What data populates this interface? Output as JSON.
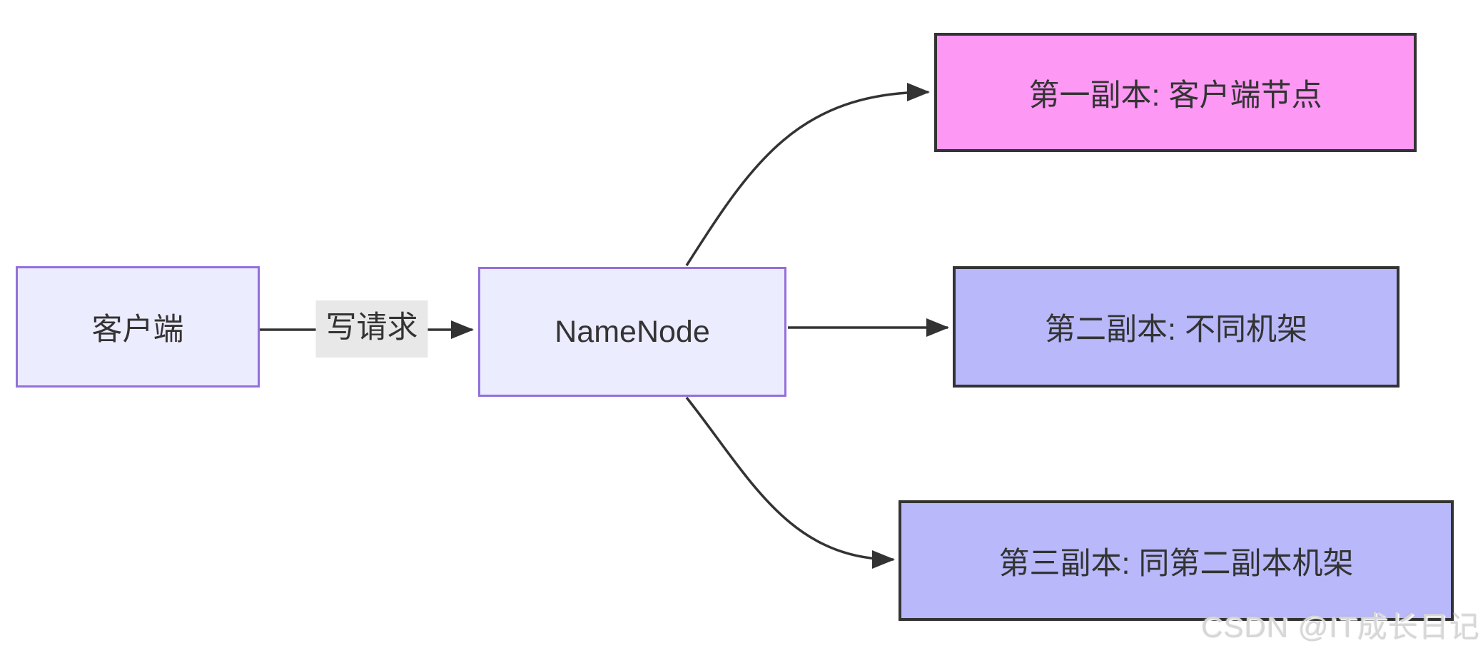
{
  "diagram": {
    "nodes": {
      "client": {
        "label": "客户端"
      },
      "namenode": {
        "label": "NameNode"
      },
      "replica1": {
        "label": "第一副本: 客户端节点"
      },
      "replica2": {
        "label": "第二副本: 不同机架"
      },
      "replica3": {
        "label": "第三副本: 同第二副本机架"
      }
    },
    "edges": {
      "write_request": {
        "label": "写请求"
      }
    },
    "colors": {
      "lavender_fill": "#ECECFF",
      "lavender_border": "#9370DB",
      "pink_fill": "#FD98F5",
      "periwinkle_fill": "#B8B8FA",
      "dark_border": "#333333",
      "arrow": "#333333",
      "text": "#333333",
      "edge_label_bg": "#E8E8E8",
      "watermark_color": "#D7D7D7"
    },
    "watermark": "CSDN @IT成长日记"
  }
}
